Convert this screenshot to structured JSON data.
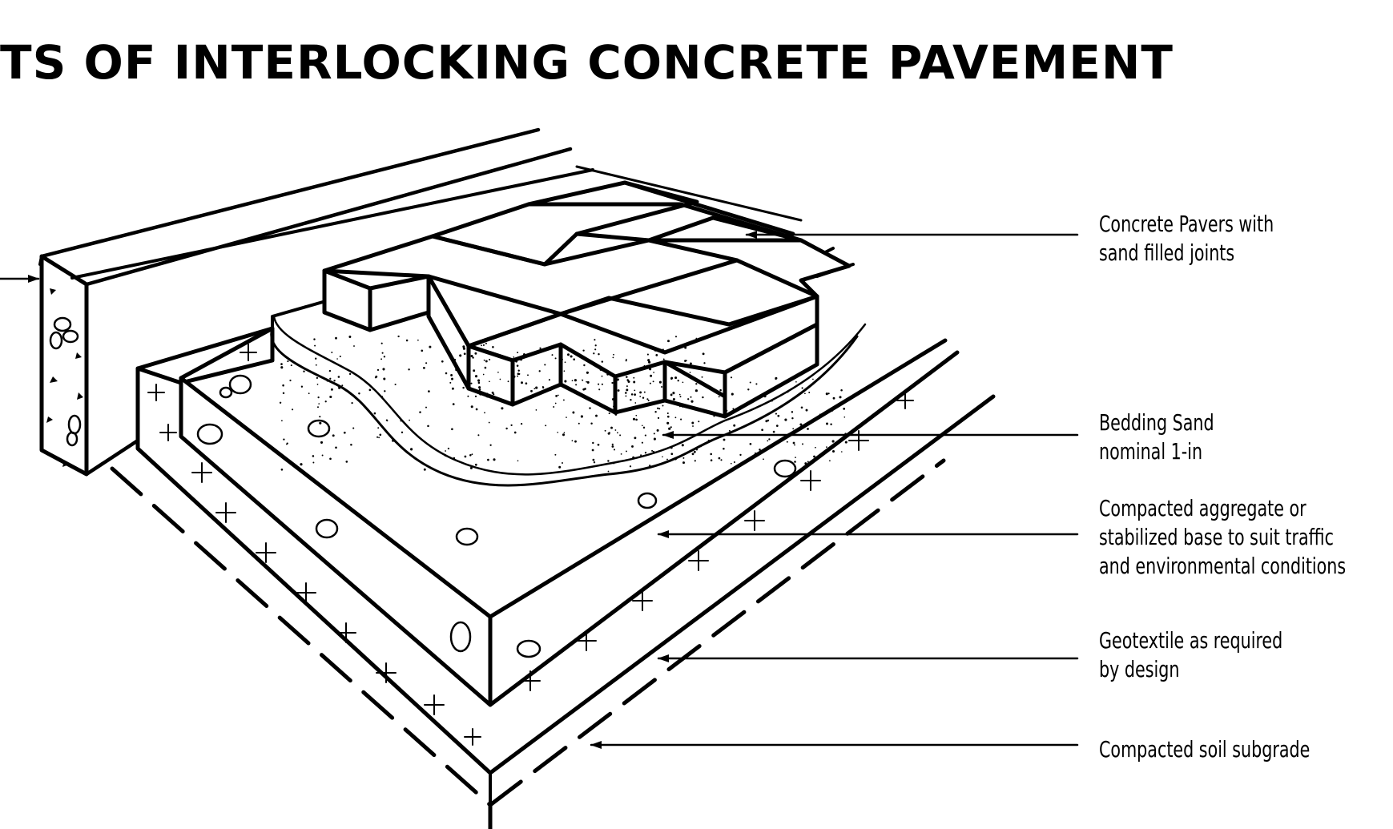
{
  "diagram": {
    "title": "TS OF INTERLOCKING CONCRETE PAVEMENT",
    "labels": {
      "pavers": [
        "Concrete Pavers with",
        "sand filled joints"
      ],
      "bedding": [
        "Bedding Sand",
        "nominal 1-in"
      ],
      "base": [
        "Compacted aggregate or",
        "stabilized base to suit traffic",
        "and environmental conditions"
      ],
      "geotextile": [
        "Geotextile as required",
        "by design"
      ],
      "subgrade": [
        "Compacted soil subgrade"
      ]
    },
    "colors": {
      "ink": "#000000",
      "paper": "#ffffff"
    }
  }
}
